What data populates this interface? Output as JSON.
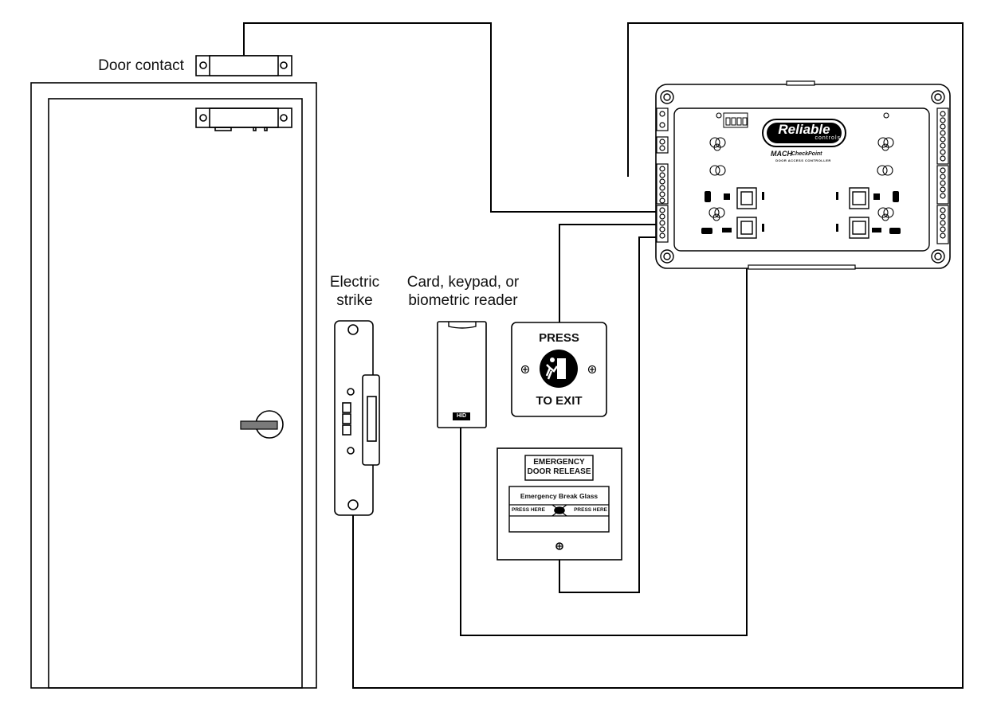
{
  "labels": {
    "door_contact": "Door contact",
    "electric_strike_line1": "Electric",
    "electric_strike_line2": "strike",
    "reader_line1": "Card, keypad, or",
    "reader_line2": "biometric reader"
  },
  "reader": {
    "brand": "HID"
  },
  "exit_button": {
    "top_text": "PRESS",
    "bottom_text": "TO EXIT",
    "icon": "running-man-exit-icon"
  },
  "emergency_release": {
    "title_line1": "EMERGENCY",
    "title_line2": "DOOR RELEASE",
    "subtitle": "Emergency Break Glass",
    "press_left": "PRESS HERE",
    "press_right": "PRESS HERE"
  },
  "controller": {
    "logo": "Reliable",
    "logo_sub": "controls",
    "model_prefix": "MACH",
    "model_name": "CheckPoint",
    "model_desc": "DOOR ACCESS CONTROLLER"
  },
  "colors": {
    "line": "#000000",
    "door_handle": "#7a7a7a",
    "panel_fill": "#ffffff"
  }
}
